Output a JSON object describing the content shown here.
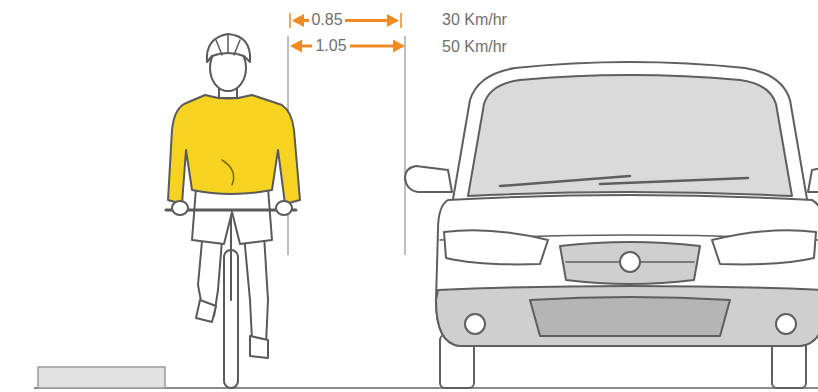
{
  "diagram": {
    "labels": [
      "0.85",
      "30 Km/hr",
      "1.05",
      "50 Km/hr"
    ]
  }
}
